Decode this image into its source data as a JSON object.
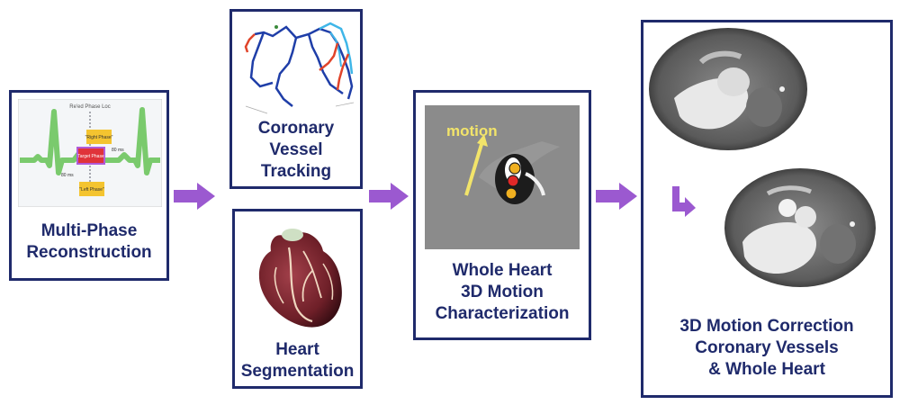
{
  "colors": {
    "box_border": "#1f2a6b",
    "label": "#1f2a6b",
    "arrow": "#9b59d0"
  },
  "boxes": {
    "multiphase": {
      "line1": "Multi-Phase",
      "line2": "Reconstruction",
      "ecg": {
        "header": "Re'ed Phase Loc",
        "right_phase": "\"Right Phase\"",
        "target_phase": "Target Phase",
        "left_phase": "\"Left Phase\"",
        "ms_left": "80 ms",
        "ms_right": "80 ms"
      }
    },
    "tracking": {
      "line1": "Coronary",
      "line2": "Vessel",
      "line3": "Tracking"
    },
    "segmentation": {
      "line1": "Heart",
      "line2": "Segmentation"
    },
    "motion": {
      "overlay": "motion",
      "line1": "Whole Heart",
      "line2": "3D Motion",
      "line3": "Characterization"
    },
    "correction": {
      "line1": "3D Motion Correction",
      "line2": "Coronary Vessels",
      "line3": "& Whole Heart"
    }
  }
}
